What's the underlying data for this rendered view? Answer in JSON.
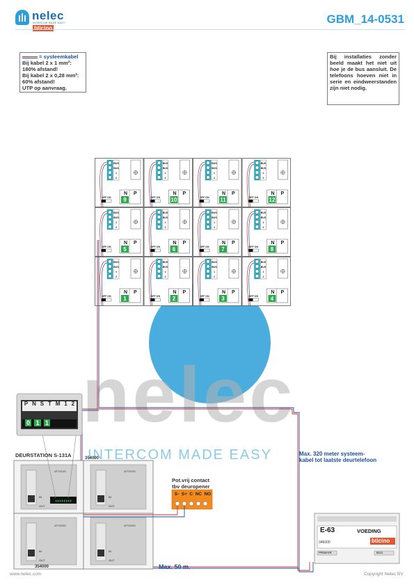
{
  "header": {
    "brand": "nelec",
    "brand_tagline": "INTERCOM MADE EASY",
    "partner": "bticino",
    "document_code": "GBM_14-0531"
  },
  "note_left": {
    "legend": "= systeemkabel",
    "lines": [
      "Bij kabel 2 x 1 mm²:",
      "180% afstand!",
      "Bij kabel 2 x 0,28 mm²:",
      "60% afstand!",
      "UTP op aanvraag."
    ]
  },
  "note_right": {
    "before": "Bij installaties zonder beeld maakt het niet uit",
    "emphasis": "hoe",
    "after": "je de bus aansluit. De telefoons hoeven niet in serie en eindweerstanden zijn niet nodig."
  },
  "handsets": {
    "terminal_labels": [
      "BUS",
      "BUS",
      "1",
      "2"
    ],
    "switch_label": "OFF ON",
    "n_label": "N",
    "p_label": "P",
    "rows": [
      [
        "9",
        "10",
        "11",
        "12"
      ],
      [
        "5",
        "6",
        "7",
        "8"
      ],
      [
        "1",
        "2",
        "3",
        "4"
      ]
    ]
  },
  "watermark": {
    "word": "nelec",
    "tagline": "INTERCOM MADE EASY"
  },
  "door_station": {
    "title": "DEURSTATION S-131A",
    "zoom_labels": [
      "P",
      "N",
      "S",
      "T",
      "M",
      "1",
      "2"
    ],
    "zoom_values": [
      "0",
      "1",
      "1"
    ],
    "module_codes": [
      "354000",
      "354000"
    ],
    "art_labels": [
      "ART331000",
      "ART332000",
      "ART332000",
      "ART332000"
    ],
    "in_label": "IN",
    "out_label": "OUT"
  },
  "relay": {
    "title_line1": "Pot.vrij contact",
    "title_line2": "tbv deuropener",
    "terminals": [
      "S-",
      "S+",
      "C",
      "NC",
      "NO"
    ]
  },
  "power_supply": {
    "model": "E-63",
    "label": "VOEDING",
    "brand": "bticino",
    "code": "346000",
    "primary_label": "PRIMAIR",
    "bus_label": "BUS"
  },
  "notes": {
    "max_system": "Max. 320 meter systeem-kabel tot laatste deurtelefoon",
    "max_system_l1": "Max. 320 meter systeem-",
    "max_system_l2": "kabel tot laatste deurtelefoon",
    "max_50": "Max. 50 m."
  },
  "footer": {
    "url": "www.nelec.com",
    "copyright": "Copyright Nelec BV"
  },
  "colors": {
    "accent_blue": "#2c9fd8",
    "cable_red": "#c9302c",
    "cable_blue": "#1d4f9c",
    "relay_orange": "#f28a1e",
    "address_green": "#2fa84f",
    "terminal_cyan": "#2cb5c8"
  }
}
